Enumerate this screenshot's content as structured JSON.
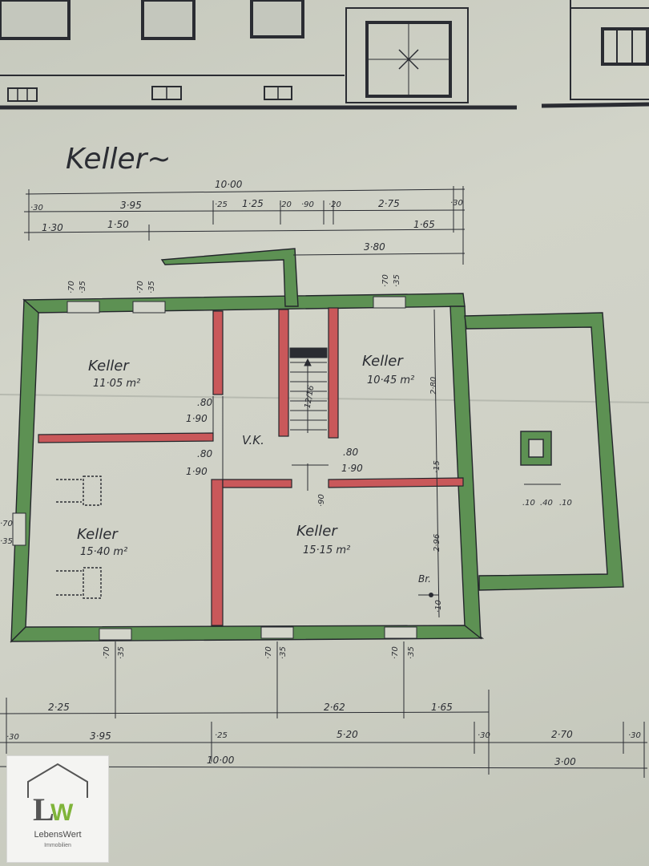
{
  "title": "Keller~",
  "rooms": [
    {
      "label": "Keller",
      "area": "11·05 m²"
    },
    {
      "label": "Keller",
      "area": "10·45 m²"
    },
    {
      "label": "Keller",
      "area": "15·40 m²"
    },
    {
      "label": "Keller",
      "area": "15·15 m²"
    },
    {
      "label": "V.K."
    }
  ],
  "stair_label": "12/16",
  "fixture_label": "Br.",
  "dimensions_top": {
    "total": "10·00",
    "row1": [
      "·30",
      "3·95",
      "·25",
      "1·25",
      "·20",
      "·90",
      "·20",
      "2·75",
      "·30"
    ],
    "row2": [
      "1·30",
      "1·50",
      "1·65"
    ],
    "row3": "3·80"
  },
  "dimensions_bottom": {
    "row1": [
      "2·25",
      "2·62",
      "1·65"
    ],
    "row2": [
      "·30",
      "3·95",
      "·25",
      "5·20",
      "·30",
      "2·70",
      "·30"
    ],
    "row3": [
      "10·00",
      "3·00"
    ]
  },
  "window_marks": [
    "·70",
    "·35"
  ],
  "door_marks": [
    ".80",
    "1·90"
  ],
  "vertical_marks": [
    "2·80",
    "·15",
    "2·96",
    "·10",
    "·70",
    "·35",
    "·90"
  ],
  "shaft_marks": [
    ".10",
    ".40",
    ".10"
  ],
  "logo": {
    "brand": "LebensWert",
    "sub": "Immobilien"
  },
  "colors": {
    "wall_outer": "#5d9153",
    "wall_inner": "#c9585a",
    "ink": "#2b2d33",
    "paper": "#cfd1c6"
  }
}
